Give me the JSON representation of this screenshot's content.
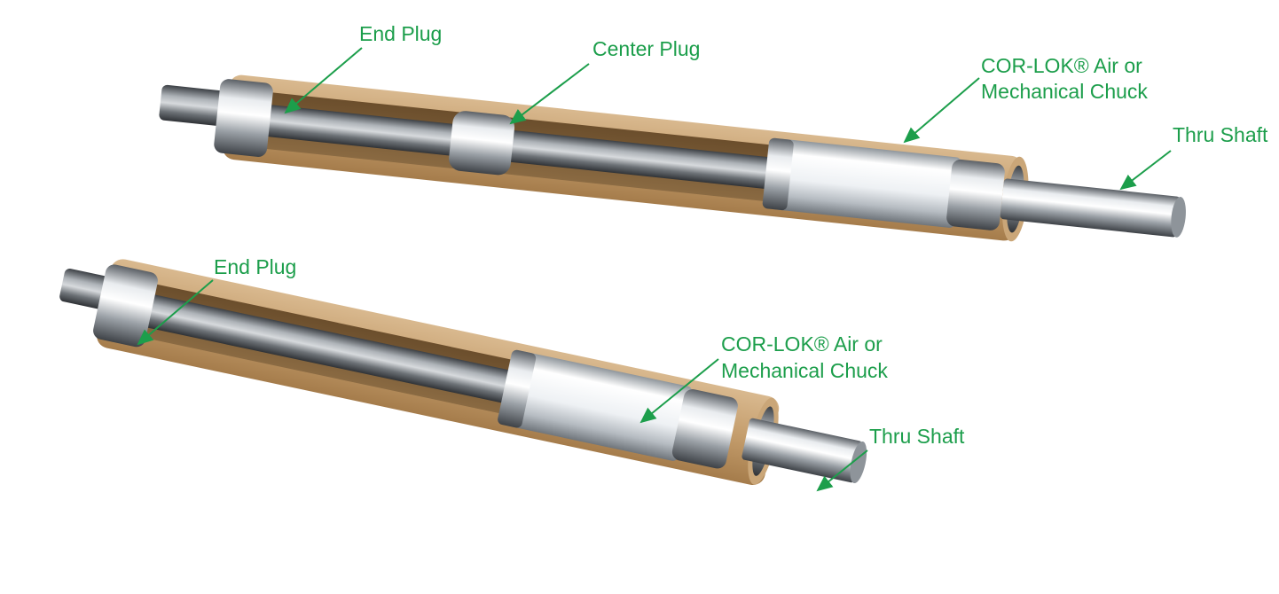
{
  "colors": {
    "label": "#1c9e4b",
    "arrow": "#1c9e4b",
    "core_outer": "#c8a57a",
    "core_inner": "#7a5a35",
    "steel_light": "#f2f4f6",
    "steel_dark": "#4a4e54"
  },
  "top_assembly": {
    "end_plug": "End Plug",
    "center_plug": "Center Plug",
    "chuck_line1": "COR-LOK® Air or",
    "chuck_line2": "Mechanical Chuck",
    "thru_shaft": "Thru Shaft"
  },
  "bottom_assembly": {
    "end_plug": "End Plug",
    "chuck_line1": "COR-LOK® Air or",
    "chuck_line2": "Mechanical Chuck",
    "thru_shaft": "Thru Shaft"
  }
}
